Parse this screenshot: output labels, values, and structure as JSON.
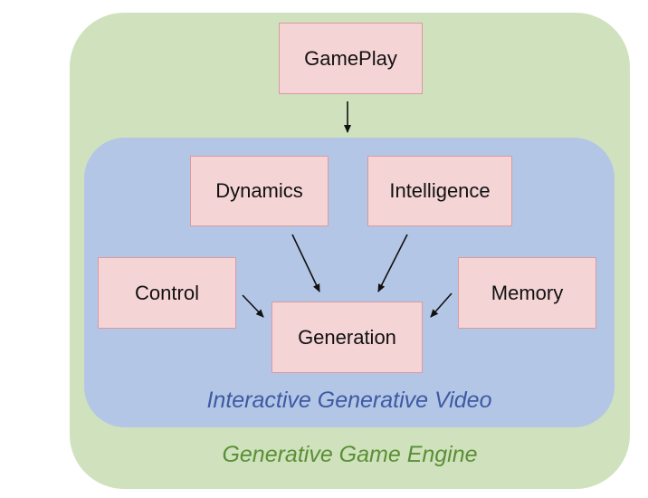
{
  "boxes": {
    "gameplay": "GamePlay",
    "dynamics": "Dynamics",
    "intelligence": "Intelligence",
    "control": "Control",
    "memory": "Memory",
    "generation": "Generation"
  },
  "captions": {
    "inner": "Interactive Generative Video",
    "outer": "Generative Game Engine"
  },
  "colors": {
    "outer_fill": "#cfe2bd",
    "inner_fill": "#b4c6e6",
    "box_fill": "#f5d4d6",
    "box_border": "#d99aa0",
    "inner_caption": "#3d5aa3",
    "outer_caption": "#5b8f35"
  }
}
